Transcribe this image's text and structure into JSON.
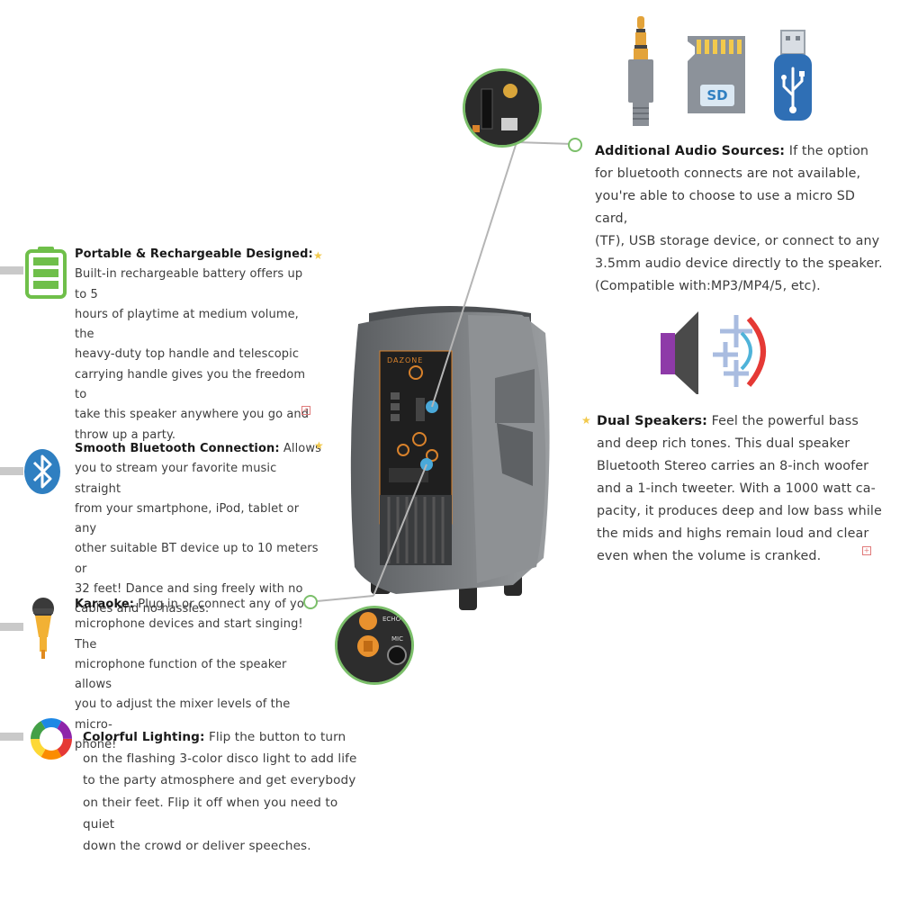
{
  "speaker": {
    "brand": "DAZONE",
    "port_labels": [
      "ECHO",
      "MIC"
    ]
  },
  "icons": {
    "battery": "battery-icon",
    "bluetooth": "bluetooth-icon",
    "microphone": "microphone-icon",
    "lighting": "color-wheel-icon",
    "aux": "aux-jack-icon",
    "sd": "sd-card-icon",
    "usb": "usb-drive-icon",
    "dual": "dual-speaker-icon",
    "sd_label": "SD"
  },
  "colors": {
    "accent_green": "#7bbf6a",
    "battery_green": "#6fbf4a",
    "bluetooth_blue": "#2f7fc1",
    "dot_blue": "#4aa9d9",
    "speaker_gray": "#6b6e70",
    "panel_orange": "#d9822b"
  },
  "features": {
    "portable": {
      "title": "Portable & Rechargeable Designed:",
      "lines": [
        "Built-in rechargeable battery offers up to 5",
        "hours of playtime at medium volume, the",
        "heavy-duty top handle and telescopic",
        "carrying handle gives you the freedom to",
        "take this speaker anywhere you go and",
        "throw up a party."
      ]
    },
    "bluetooth": {
      "title": "Smooth Bluetooth Connection:",
      "first": " Allows",
      "lines": [
        "you to stream your favorite music straight",
        "from your smartphone, iPod, tablet or any",
        "other suitable BT device up to 10 meters or",
        "32 feet! Dance and sing freely with no",
        "cables and no hassles."
      ]
    },
    "karaoke": {
      "title": "Karaoke:",
      "first": " Plug in or connect any of your",
      "lines": [
        "microphone devices and start singing! The",
        "microphone function of the speaker allows",
        "you to adjust the mixer levels of the micro-",
        "phone!"
      ]
    },
    "lighting": {
      "title": "Colorful Lighting:",
      "first": " Flip the button to turn",
      "lines": [
        "on the flashing 3-color disco light to add life",
        "to the party atmosphere and get everybody",
        "on their feet. Flip it off when you need to quiet",
        "down the crowd or deliver speeches."
      ]
    },
    "audio": {
      "title": "Additional Audio Sources:",
      "first": " If the option",
      "lines": [
        "for bluetooth connects are not available,",
        "you're able to choose to use a micro SD card,",
        "(TF), USB storage device, or connect to any",
        "3.5mm audio device directly to the speaker.",
        "(Compatible with:MP3/MP4/5, etc)."
      ]
    },
    "dual": {
      "title": "Dual Speakers:",
      "first": " Feel the powerful bass",
      "lines": [
        "and deep rich tones. This dual speaker",
        "Bluetooth Stereo carries an 8-inch woofer",
        "and a 1-inch tweeter. With a 1000 watt ca-",
        "pacity, it produces deep and low bass while",
        "the mids and highs remain loud and clear",
        "even when the volume is cranked."
      ]
    }
  }
}
